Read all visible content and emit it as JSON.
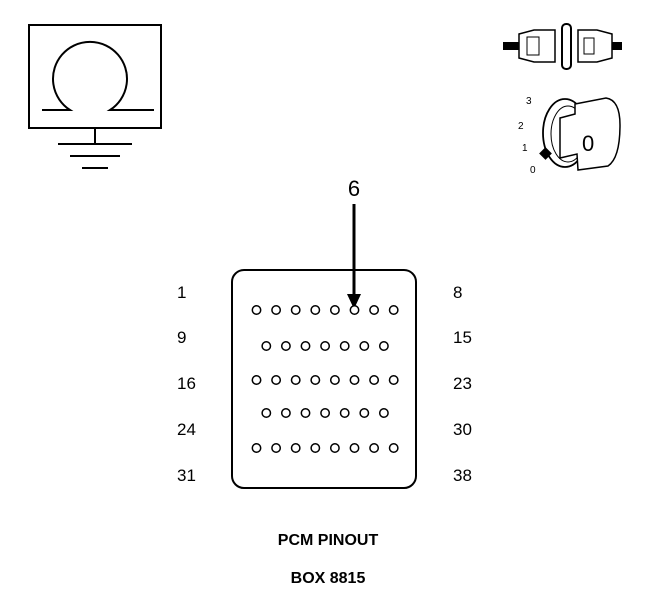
{
  "meter_symbol": {
    "icon": "ohmmeter-icon",
    "glyph": "Ω"
  },
  "connector_icon": {
    "icon": "disconnected-connector-icon"
  },
  "ignition": {
    "icon": "ignition-key-icon",
    "positions": [
      "3",
      "2",
      "1",
      "0"
    ],
    "key_label": "0",
    "selected_position": "0"
  },
  "probe": {
    "pin_label": "6"
  },
  "connector": {
    "row_labels_left": [
      "1",
      "9",
      "16",
      "24",
      "31"
    ],
    "row_labels_right": [
      "8",
      "15",
      "23",
      "30",
      "38"
    ],
    "rows": [
      {
        "first_pin": 1,
        "pin_count": 8
      },
      {
        "first_pin": 9,
        "pin_count": 7
      },
      {
        "first_pin": 16,
        "pin_count": 8
      },
      {
        "first_pin": 24,
        "pin_count": 7
      },
      {
        "first_pin": 31,
        "pin_count": 8
      }
    ],
    "probed_pin": 6
  },
  "caption": {
    "title": "PCM PINOUT",
    "subtitle": "BOX 8815"
  }
}
